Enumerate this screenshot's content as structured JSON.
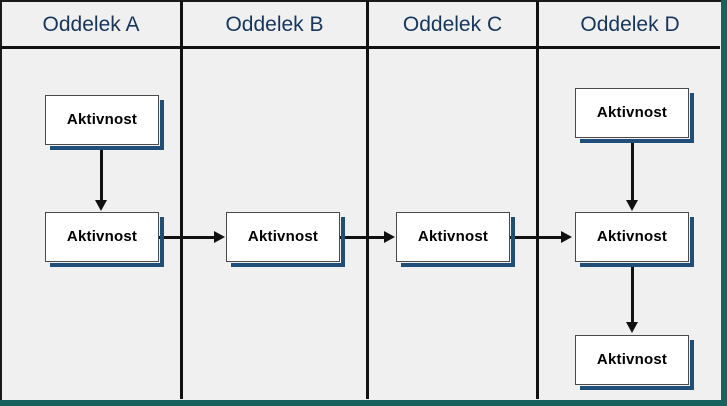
{
  "diagram": {
    "type": "swimlane-flowchart",
    "background_color": "#f0f0f0",
    "frame_color": "#17625f",
    "lane_line_color": "#111111",
    "lane_title_color": "#16365c",
    "node_fill_color": "#ffffff",
    "node_shadow_color": "#1f4e79",
    "lanes": [
      {
        "id": "lane-a",
        "title": "Oddelek A"
      },
      {
        "id": "lane-b",
        "title": "Oddelek B"
      },
      {
        "id": "lane-c",
        "title": "Oddelek C"
      },
      {
        "id": "lane-d",
        "title": "Oddelek D"
      }
    ],
    "nodes": [
      {
        "id": "a1",
        "lane": "lane-a",
        "label": "Aktivnost"
      },
      {
        "id": "a2",
        "lane": "lane-a",
        "label": "Aktivnost"
      },
      {
        "id": "b1",
        "lane": "lane-b",
        "label": "Aktivnost"
      },
      {
        "id": "c1",
        "lane": "lane-c",
        "label": "Aktivnost"
      },
      {
        "id": "d1",
        "lane": "lane-d",
        "label": "Aktivnost"
      },
      {
        "id": "d2",
        "lane": "lane-d",
        "label": "Aktivnost"
      },
      {
        "id": "d3",
        "lane": "lane-d",
        "label": "Aktivnost"
      }
    ],
    "connections": [
      {
        "from": "a1",
        "to": "a2",
        "direction": "down"
      },
      {
        "from": "a2",
        "to": "b1",
        "direction": "right"
      },
      {
        "from": "b1",
        "to": "c1",
        "direction": "right"
      },
      {
        "from": "c1",
        "to": "d2",
        "direction": "right"
      },
      {
        "from": "d1",
        "to": "d2",
        "direction": "down"
      },
      {
        "from": "d2",
        "to": "d3",
        "direction": "down"
      }
    ]
  }
}
